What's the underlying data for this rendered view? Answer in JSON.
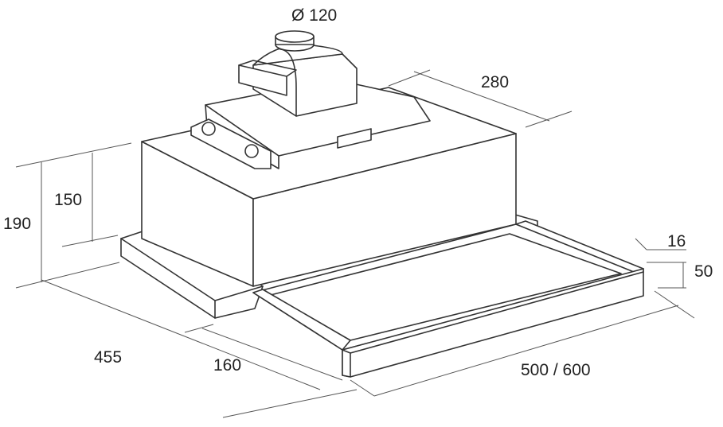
{
  "dimensions": {
    "duct_diameter": "Ø 120",
    "depth_top": "280",
    "height_total": "190",
    "height_body": "150",
    "visor_thickness": "16",
    "visor_height": "50",
    "depth_total": "455",
    "depth_visor": "160",
    "width": "500 / 600"
  },
  "colors": {
    "stroke": "#333333",
    "dimension_line": "#555555",
    "text": "#222222",
    "background": "#ffffff"
  }
}
